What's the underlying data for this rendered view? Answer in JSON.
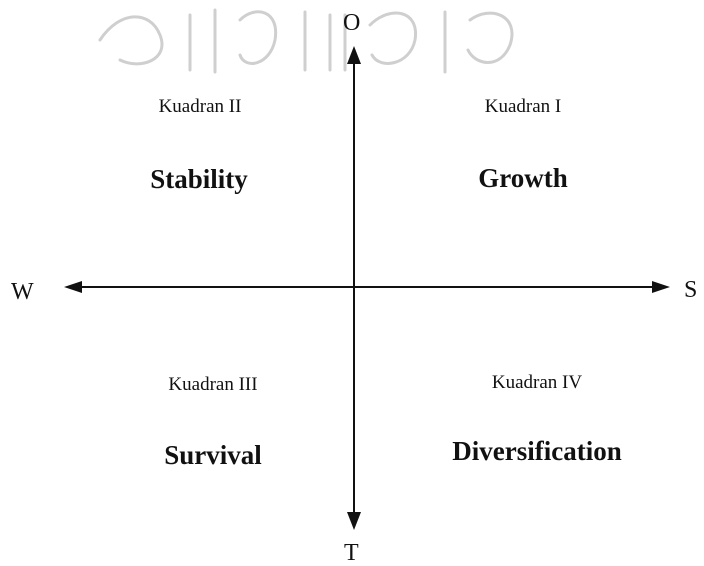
{
  "axes": {
    "top": "O",
    "bottom": "T",
    "left": "W",
    "right": "S"
  },
  "quadrants": {
    "q1": {
      "label": "Kuadran I",
      "strategy": "Growth"
    },
    "q2": {
      "label": "Kuadran II",
      "strategy": "Stability"
    },
    "q3": {
      "label": "Kuadran III",
      "strategy": "Survival"
    },
    "q4": {
      "label": "Kuadran IV",
      "strategy": "Diversification"
    }
  },
  "colors": {
    "ink": "#111111",
    "watermark": "#cfcfcf"
  }
}
